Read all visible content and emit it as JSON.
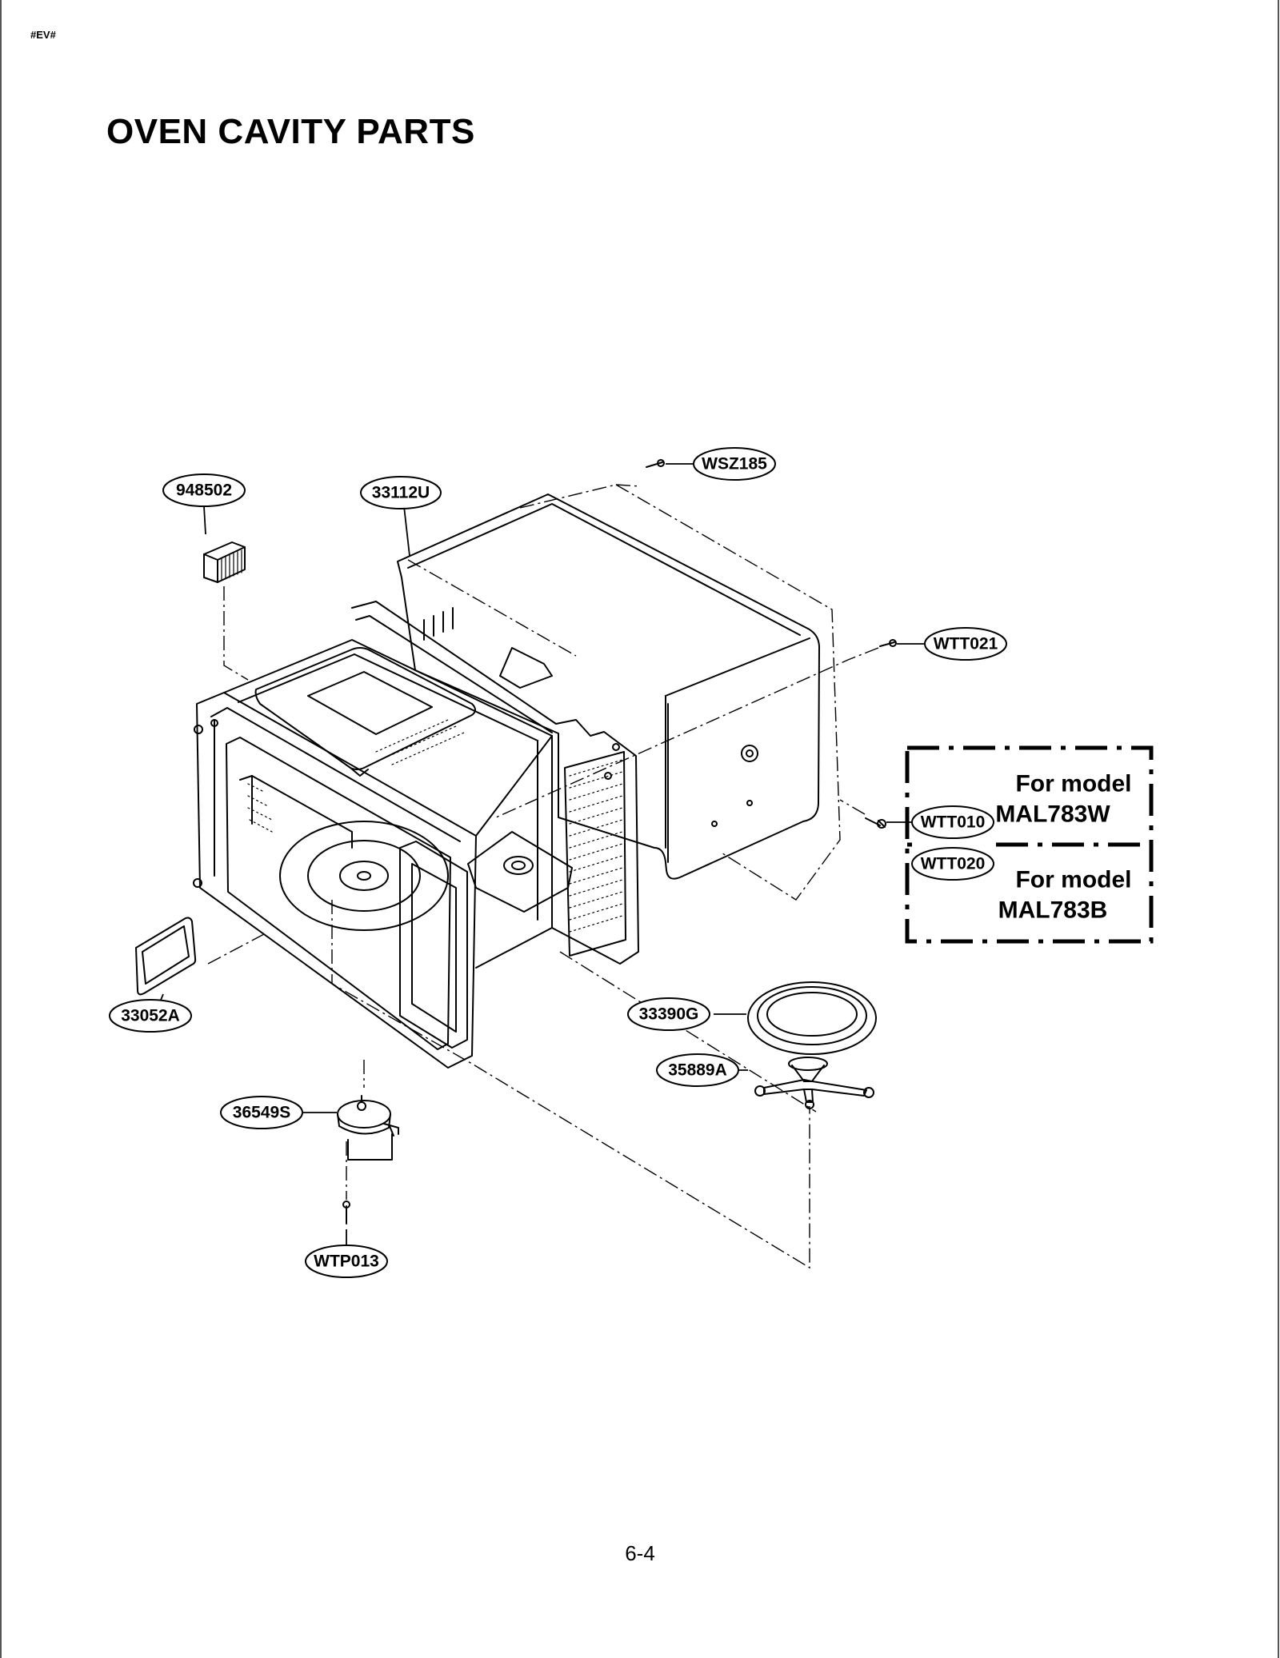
{
  "header": {
    "code": "#EV#"
  },
  "title": "OVEN CAVITY PARTS",
  "page_number": "6-4",
  "callouts": {
    "c948502": "948502",
    "c33112U": "33112U",
    "cWSZ185": "WSZ185",
    "cWTT021": "WTT021",
    "cWTT010": "WTT010",
    "cWTT020": "WTT020",
    "c33052A": "33052A",
    "c33390G": "33390G",
    "c35889A": "35889A",
    "c36549S": "36549S",
    "cWTP013": "WTP013"
  },
  "model_box": {
    "top_line1": "For model",
    "top_line2": "MAL783W",
    "bottom_line1": "For model",
    "bottom_line2": "MAL783B"
  }
}
